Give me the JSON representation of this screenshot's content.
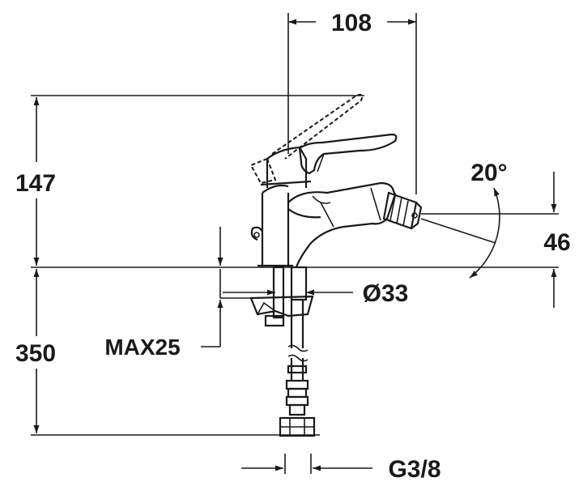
{
  "dimensions": {
    "spout_reach": "108",
    "height_above_deck": "147",
    "below_deck": "350",
    "nozzle_height": "46",
    "nozzle_angle": "20°",
    "hole_diameter": "Ø33",
    "max_deck_thickness": "MAX25",
    "connection_thread": "G3/8"
  }
}
